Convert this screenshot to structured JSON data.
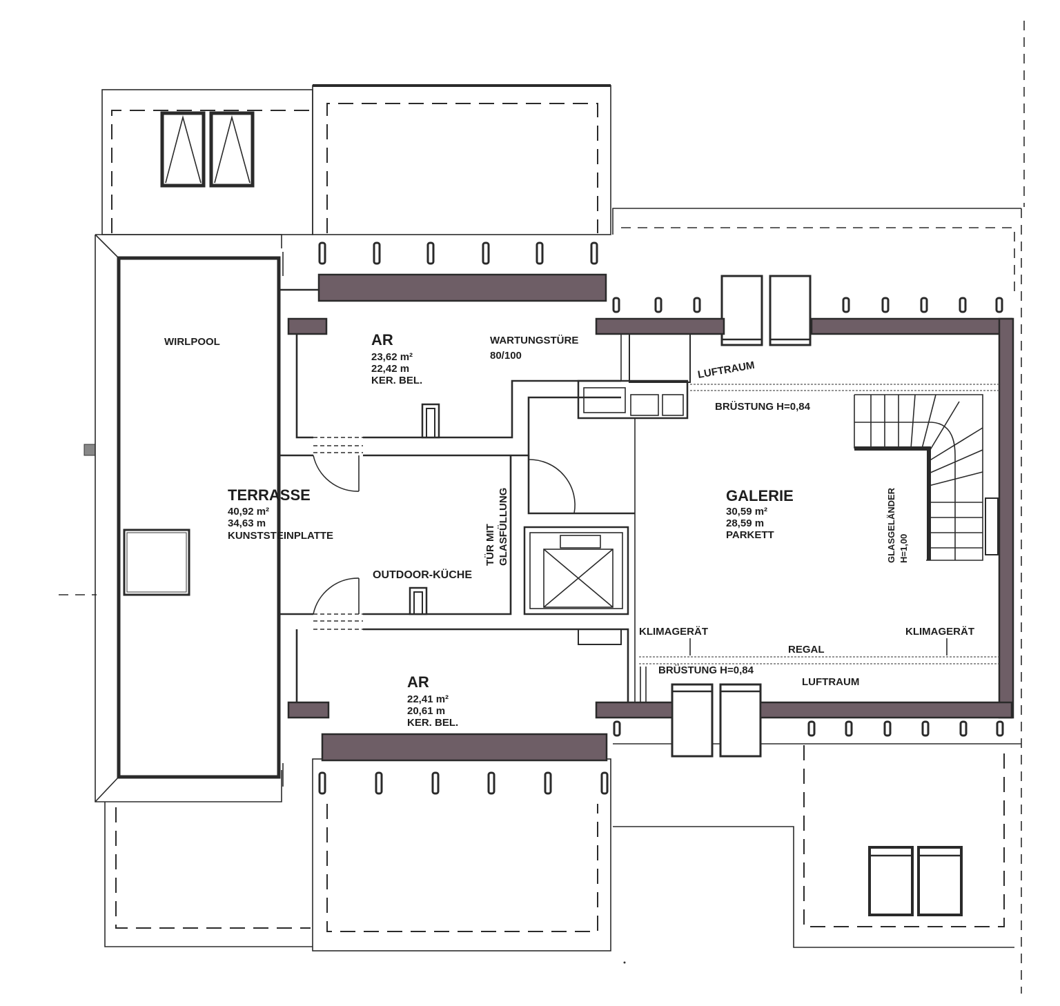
{
  "plan": {
    "rooms": [
      {
        "id": "wirlpool",
        "title": "WIRLPOOL"
      },
      {
        "id": "ar-top",
        "title": "AR",
        "area": "23,62 m²",
        "perimeter": "22,42 m",
        "floor": "KER. BEL."
      },
      {
        "id": "terrasse",
        "title": "TERRASSE",
        "area": "40,92 m²",
        "perimeter": "34,63 m",
        "floor": "KUNSTSTEINPLATTE"
      },
      {
        "id": "galerie",
        "title": "GALERIE",
        "area": "30,59 m²",
        "perimeter": "28,59 m",
        "floor": "PARKETT"
      },
      {
        "id": "ar-bottom",
        "title": "AR",
        "area": "22,41 m²",
        "perimeter": "20,61 m",
        "floor": "KER. BEL."
      }
    ],
    "annotations": {
      "wartungstuere": "WARTUNGSTÜRE",
      "wartungstuere_size": "80/100",
      "luftraum_top": "LUFTRAUM",
      "bruestung_top": "BRÜSTUNG H=0,84",
      "tuer_mit": "TÜR MIT",
      "glasfuellung": "GLASFÜLLUNG",
      "outdoor_kueche": "OUTDOOR-KÜCHE",
      "glasgelaender": "GLASGELÄNDER",
      "glasgelaender_h": "H=1,00",
      "klimageraet_left": "KLIMAGERÄT",
      "klimageraet_right": "KLIMAGERÄT",
      "regal": "REGAL",
      "bruestung_bottom": "BRÜSTUNG H=0,84",
      "luftraum_bottom": "LUFTRAUM"
    },
    "colors": {
      "wall_fill": "#6e5e66",
      "line": "#2a2a2a",
      "background": "#ffffff"
    }
  }
}
